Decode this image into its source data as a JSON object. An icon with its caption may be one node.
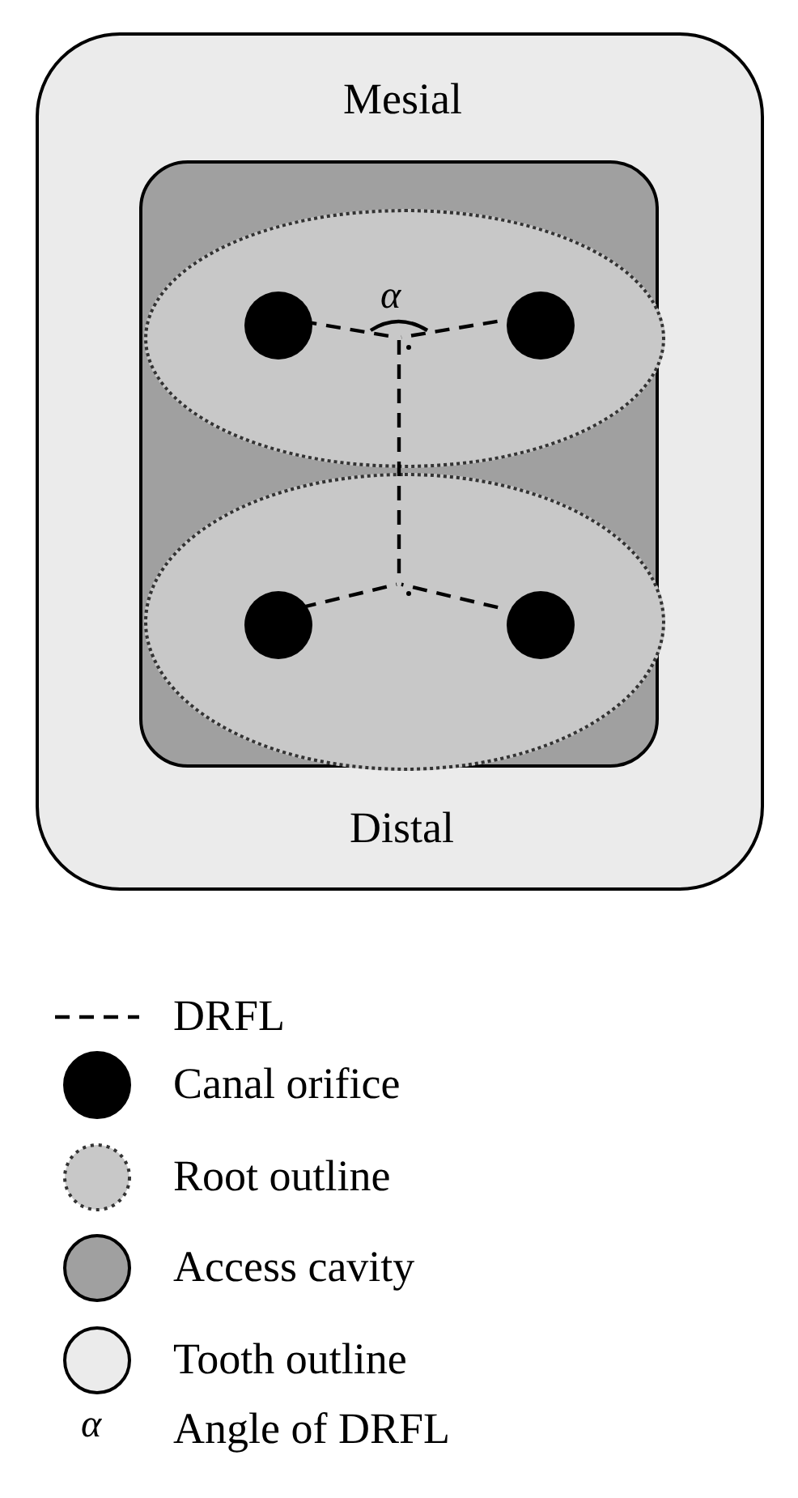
{
  "diagram": {
    "nodes": [
      {
        "text": [
          "Mesial",
          "Distal"
        ]
      },
      {
        "text": [],
        "shape": "box",
        "in": 0
      },
      {
        "text": [],
        "shape": "ellipse",
        "in": 1
      },
      {
        "text": [],
        "shape": "ellipse",
        "in": 1
      },
      {
        "text": [],
        "shape": "circle",
        "in": 2
      },
      {
        "text": [],
        "shape": "circle",
        "in": 2
      },
      {
        "text": [],
        "shape": "circle",
        "in": 3
      },
      {
        "text": [],
        "shape": "circle",
        "in": 3
      },
      {
        "text": [],
        "shape": "point",
        "in": 2
      },
      {
        "text": [],
        "shape": "point",
        "in": 3
      }
    ],
    "edges": [
      {
        "from": 4,
        "to": 8,
        "arrow": "none",
        "style": "dashed"
      },
      {
        "from": 5,
        "to": 8,
        "arrow": "none",
        "style": "dashed"
      },
      {
        "from": 8,
        "to": 9,
        "arrow": "none",
        "style": "dashed"
      },
      {
        "from": 6,
        "to": 9,
        "arrow": "none",
        "style": "dashed"
      },
      {
        "from": 7,
        "to": 9,
        "arrow": "none",
        "style": "dashed"
      }
    ],
    "labels": [
      "α",
      "α"
    ],
    "legend": [
      {
        "text": "DRFL"
      },
      {
        "text": "Canal orifice",
        "color": "#000000"
      },
      {
        "text": "Root outline",
        "color": "#c8c8c8"
      },
      {
        "text": "Access cavity",
        "color": "#a0a0a0"
      },
      {
        "text": "Tooth outline",
        "color": "#ebebeb"
      },
      {
        "text": "Angle of DRFL"
      }
    ]
  }
}
